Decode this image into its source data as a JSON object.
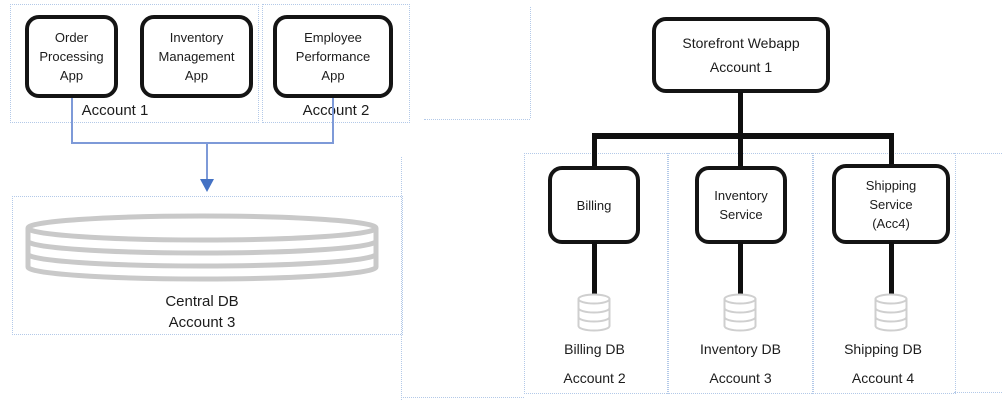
{
  "diagram_left": {
    "groups": [
      {
        "label": "Account 1"
      },
      {
        "label": "Account 2"
      }
    ],
    "apps": [
      {
        "label": "Order Processing App"
      },
      {
        "label": "Inventory Management App"
      },
      {
        "label": "Employee Performance App"
      }
    ],
    "database": {
      "name": "Central DB",
      "account": "Account 3"
    }
  },
  "diagram_right": {
    "root": {
      "name": "Storefront Webapp",
      "account": "Account 1"
    },
    "services": [
      {
        "label": "Billing"
      },
      {
        "label": "Inventory Service"
      },
      {
        "label": "Shipping Service (Acc4)"
      }
    ],
    "databases": [
      {
        "name": "Billing DB",
        "account": "Account 2"
      },
      {
        "name": "Inventory DB",
        "account": "Account 3"
      },
      {
        "name": "Shipping DB",
        "account": "Account 4"
      }
    ]
  },
  "icons": {
    "central_db": "db-cylinder",
    "billing_db": "db-cylinder",
    "inventory_db": "db-cylinder",
    "shipping_db": "db-cylinder"
  },
  "colors": {
    "arrow_blue": "#4472c4",
    "connector_blue": "#7e9ad8",
    "boundary_dotted_blue": "#b3c9e8",
    "node_border_black": "#141414",
    "tree_black": "#0f0f0f",
    "cylinder_gray": "#c9c9c9"
  }
}
